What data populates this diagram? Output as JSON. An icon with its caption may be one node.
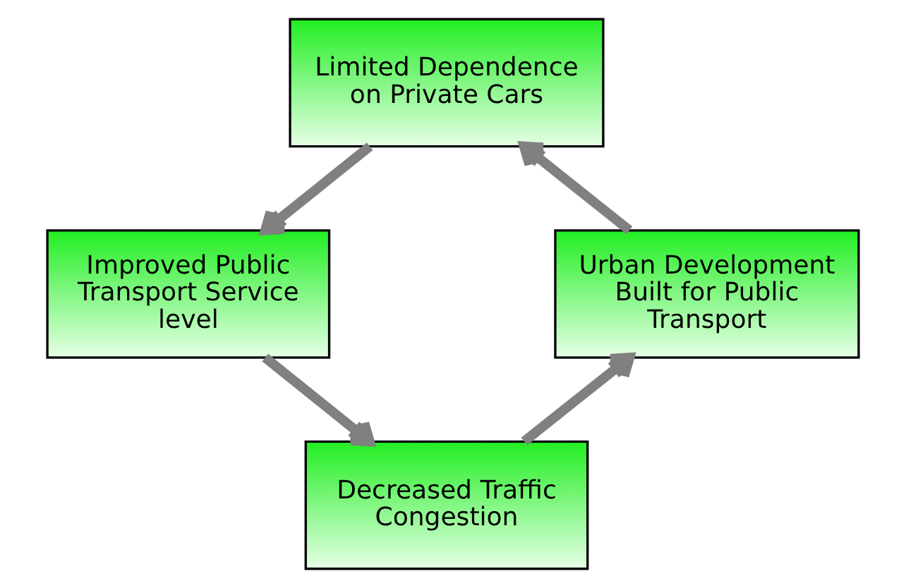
{
  "diagram": {
    "nodes": [
      {
        "text": [
          "Limited Dependence on Private Cars"
        ]
      },
      {
        "text": [
          "Improved Public Transport Service level"
        ]
      },
      {
        "text": [
          "Decreased Traffic Congestion"
        ]
      },
      {
        "text": [
          "Urban Development Built for Public Transport"
        ]
      }
    ],
    "edges": [
      {
        "from": 0,
        "to": 1,
        "arrow": "to"
      },
      {
        "from": 1,
        "to": 2,
        "arrow": "to"
      },
      {
        "from": 2,
        "to": 3,
        "arrow": "to"
      },
      {
        "from": 3,
        "to": 0,
        "arrow": "to"
      }
    ]
  }
}
